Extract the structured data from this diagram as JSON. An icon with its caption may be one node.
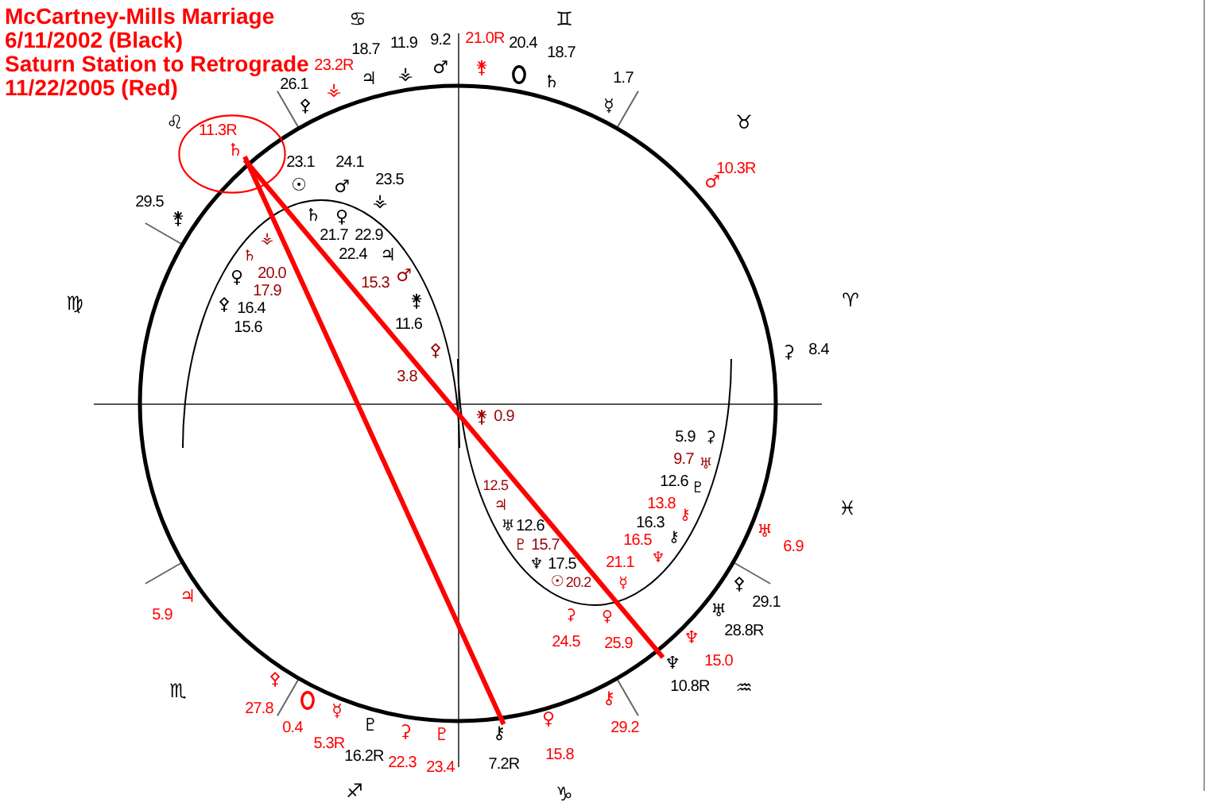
{
  "diagram": {
    "title": "McCartney-Mills Marriage",
    "nodes": [
      {
        "text": [
          "11.3R"
        ]
      },
      {
        "text": [
          "♄"
        ],
        "in": 0
      },
      {
        "text": [
          "⚷"
        ],
        "beside": [
          "7.2R"
        ]
      },
      {
        "text": [
          "♆"
        ],
        "beside": [
          "10.8R"
        ]
      }
    ],
    "edges": [
      {
        "from": 1,
        "to": 2,
        "arrow": "none"
      },
      {
        "from": 1,
        "to": 3,
        "arrow": "none"
      }
    ],
    "labels": [
      "6/11/2002 (Black)",
      "Saturn Station to Retrograde",
      "11/22/2005 (Red)",
      "♋",
      "♊",
      "21.0R",
      "9.2",
      "11.9",
      "20.4",
      "18.7",
      "18.7",
      "23.2R",
      "♂",
      "⚵",
      "⚶",
      "♃",
      "1.7",
      "♄",
      "26.1",
      "⚶",
      "⚴",
      "☿",
      "♌",
      "♉",
      "23.1",
      "24.1",
      "10.3R",
      "23.5",
      "♂",
      "☉",
      "♂",
      "⚶",
      "29.5",
      "♄",
      "♀",
      "⚵",
      "21.7",
      "22.9",
      "⚶",
      "22.4",
      "♃",
      "♄",
      "20.0",
      "♂",
      "♀",
      "15.3",
      "17.9",
      "♈",
      "♍",
      "⚵",
      "⚴",
      "16.4",
      "11.6",
      "15.6",
      "⚴",
      "8.4",
      "⚳",
      "3.8",
      "⚵",
      "0.9",
      "5.9",
      "⚳",
      "9.7",
      "♅",
      "12.6",
      "12.5",
      "♇",
      "13.8",
      "♃",
      "♓",
      "⚷",
      "16.3",
      "♅",
      "12.6",
      "♅",
      "⚷",
      "16.5",
      "♇",
      "15.7",
      "6.9",
      "♆",
      "21.1",
      "♆",
      "17.5",
      "☉",
      "20.2",
      "☿",
      "⚴",
      "♃",
      "29.1",
      "♅",
      "5.9",
      "⚳",
      "♀",
      "28.8R",
      "♆",
      "24.5",
      "25.9",
      "15.0",
      "⚴",
      "♒",
      "♏",
      "⚷",
      "27.8",
      "☿",
      "♀",
      "♇",
      "0.4",
      "29.2",
      "⚳",
      "♇",
      "5.3R",
      "15.8",
      "16.2R",
      "22.3",
      "23.4",
      "♐",
      "♑"
    ]
  }
}
